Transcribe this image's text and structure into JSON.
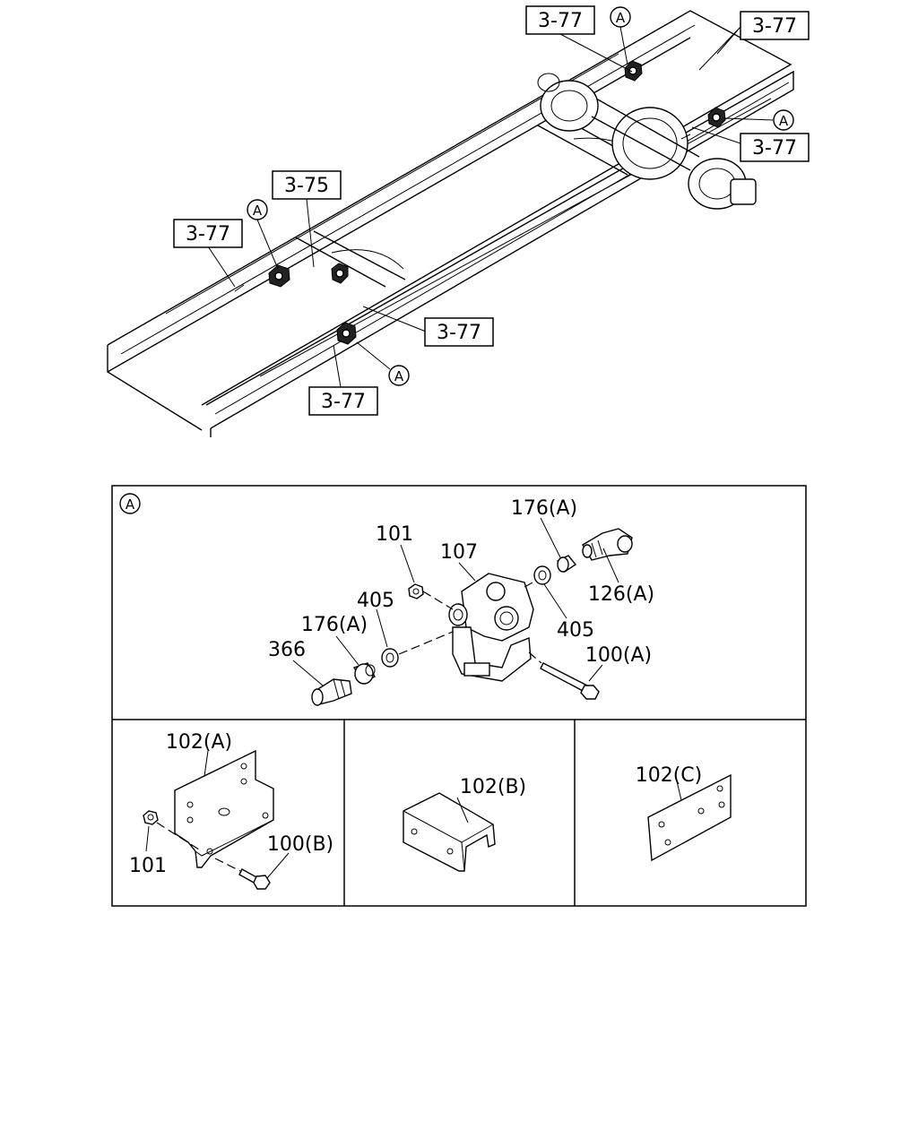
{
  "frame_callouts": {
    "ref_top_center": "3-77",
    "ref_top_right": "3-77",
    "ref_right_mid": "3-77",
    "ref_left_upper": "3-75",
    "ref_left_lower": "3-77",
    "ref_center_right": "3-77",
    "ref_bottom_center": "3-77",
    "marker": "A"
  },
  "detail_a": {
    "marker": "A",
    "labels": {
      "p101": "101",
      "p107": "107",
      "p176a_top": "176(A)",
      "p126a": "126(A)",
      "p405_left": "405",
      "p405_right": "405",
      "p176a_left": "176(A)",
      "p366": "366",
      "p100a": "100(A)"
    }
  },
  "bracket_a": {
    "labels": {
      "p102a": "102(A)",
      "p101": "101",
      "p100b": "100(B)"
    }
  },
  "bracket_b": {
    "labels": {
      "p102b": "102(B)"
    }
  },
  "bracket_c": {
    "labels": {
      "p102c": "102(C)"
    }
  }
}
